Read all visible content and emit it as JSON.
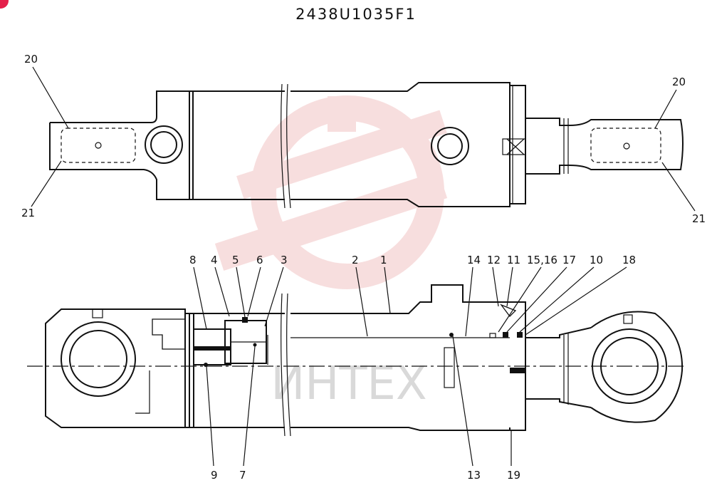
{
  "drawing": {
    "part_number": "2438U1035F1",
    "watermark_text": "ИНТЕХ",
    "watermark_color": "#f2c4c4",
    "badge_color": "#e4204a"
  },
  "top_view_labels": {
    "left_top": "20",
    "left_bottom": "21",
    "right_top": "20",
    "right_bottom": "21"
  },
  "section_labels_top": {
    "l8": "8",
    "l4": "4",
    "l5": "5",
    "l6": "6",
    "l3": "3",
    "l2": "2",
    "l1": "1",
    "l14": "14",
    "l12": "12",
    "l11": "11",
    "l1516": "15,16",
    "l17": "17",
    "l10": "10",
    "l18": "18"
  },
  "section_labels_bottom": {
    "l9": "9",
    "l7": "7",
    "l13": "13",
    "l19": "19"
  }
}
